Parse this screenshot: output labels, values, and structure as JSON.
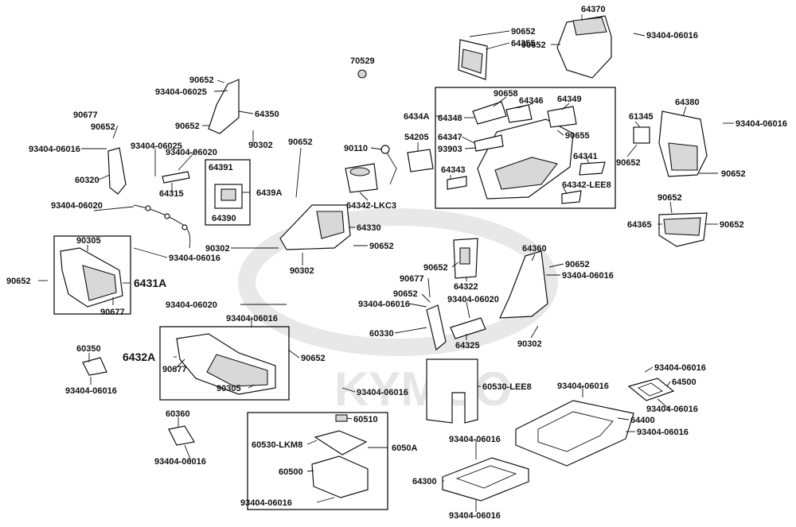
{
  "watermark": "KYMCO",
  "labels": [
    {
      "id": "l1",
      "text": "90652"
    },
    {
      "id": "l2",
      "text": "64355"
    },
    {
      "id": "l3",
      "text": "64370"
    },
    {
      "id": "l4",
      "text": "90652"
    },
    {
      "id": "l5",
      "text": "93404-06016"
    },
    {
      "id": "l6",
      "text": "70529"
    },
    {
      "id": "l7",
      "text": "90652"
    },
    {
      "id": "l8",
      "text": "93404-06025"
    },
    {
      "id": "l9",
      "text": "64350"
    },
    {
      "id": "l10",
      "text": "90677"
    },
    {
      "id": "l11",
      "text": "90652"
    },
    {
      "id": "l12",
      "text": "90652"
    },
    {
      "id": "l13",
      "text": "90302"
    },
    {
      "id": "l14",
      "text": "93404-06016"
    },
    {
      "id": "l15",
      "text": "93404-06025"
    },
    {
      "id": "l16",
      "text": "93404-06020"
    },
    {
      "id": "l17",
      "text": "60320"
    },
    {
      "id": "l18",
      "text": "64315"
    },
    {
      "id": "l19",
      "text": "64391"
    },
    {
      "id": "l20",
      "text": "6439A"
    },
    {
      "id": "l21",
      "text": "64390"
    },
    {
      "id": "l22",
      "text": "93404-06020"
    },
    {
      "id": "l23",
      "text": "90652"
    },
    {
      "id": "l24",
      "text": "90110"
    },
    {
      "id": "l25",
      "text": "54205"
    },
    {
      "id": "l26",
      "text": "64342-LKC3"
    },
    {
      "id": "l27",
      "text": "6434A"
    },
    {
      "id": "l28",
      "text": "64348"
    },
    {
      "id": "l29",
      "text": "90658"
    },
    {
      "id": "l30",
      "text": "64346"
    },
    {
      "id": "l31",
      "text": "64349"
    },
    {
      "id": "l32",
      "text": "90655"
    },
    {
      "id": "l33",
      "text": "64347"
    },
    {
      "id": "l34",
      "text": "93903"
    },
    {
      "id": "l35",
      "text": "64341"
    },
    {
      "id": "l36",
      "text": "64343"
    },
    {
      "id": "l37",
      "text": "64342-LEE8"
    },
    {
      "id": "l38",
      "text": "61345"
    },
    {
      "id": "l39",
      "text": "90652"
    },
    {
      "id": "l40",
      "text": "64380"
    },
    {
      "id": "l41",
      "text": "93404-06016"
    },
    {
      "id": "l42",
      "text": "90652"
    },
    {
      "id": "l43",
      "text": "90652"
    },
    {
      "id": "l44",
      "text": "64365"
    },
    {
      "id": "l45",
      "text": "90652"
    },
    {
      "id": "l46",
      "text": "90305"
    },
    {
      "id": "l47",
      "text": "90302"
    },
    {
      "id": "l48",
      "text": "93404-06016"
    },
    {
      "id": "l49",
      "text": "64330"
    },
    {
      "id": "l50",
      "text": "90652"
    },
    {
      "id": "l51",
      "text": "90652"
    },
    {
      "id": "l52",
      "text": "6431A"
    },
    {
      "id": "l53",
      "text": "90677"
    },
    {
      "id": "l54",
      "text": "90302"
    },
    {
      "id": "l55",
      "text": "90677"
    },
    {
      "id": "l56",
      "text": "90652"
    },
    {
      "id": "l57",
      "text": "64322"
    },
    {
      "id": "l58",
      "text": "64360"
    },
    {
      "id": "l59",
      "text": "90652"
    },
    {
      "id": "l60",
      "text": "93404-06016"
    },
    {
      "id": "l61",
      "text": "90652"
    },
    {
      "id": "l62",
      "text": "93404-06016"
    },
    {
      "id": "l63",
      "text": "93404-06020"
    },
    {
      "id": "l64",
      "text": "93404-06020"
    },
    {
      "id": "l65",
      "text": "93404-06016"
    },
    {
      "id": "l66",
      "text": "60330"
    },
    {
      "id": "l67",
      "text": "64325"
    },
    {
      "id": "l68",
      "text": "90302"
    },
    {
      "id": "l69",
      "text": "60350"
    },
    {
      "id": "l70",
      "text": "6432A"
    },
    {
      "id": "l71",
      "text": "90652"
    },
    {
      "id": "l72",
      "text": "90677"
    },
    {
      "id": "l73",
      "text": "90305"
    },
    {
      "id": "l74",
      "text": "93404-06016"
    },
    {
      "id": "l75",
      "text": "93404-06016"
    },
    {
      "id": "l76",
      "text": "60530-LEE8"
    },
    {
      "id": "l77",
      "text": "93404-06016"
    },
    {
      "id": "l78",
      "text": "93404-06016"
    },
    {
      "id": "l79",
      "text": "64500"
    },
    {
      "id": "l80",
      "text": "93404-06016"
    },
    {
      "id": "l81",
      "text": "64400"
    },
    {
      "id": "l82",
      "text": "93404-06016"
    },
    {
      "id": "l83",
      "text": "60360"
    },
    {
      "id": "l84",
      "text": "60510"
    },
    {
      "id": "l85",
      "text": "60530-LKM8"
    },
    {
      "id": "l86",
      "text": "6050A"
    },
    {
      "id": "l87",
      "text": "93404-06016"
    },
    {
      "id": "l88",
      "text": "60500"
    },
    {
      "id": "l89",
      "text": "93404-06016"
    },
    {
      "id": "l90",
      "text": "64300"
    },
    {
      "id": "l91",
      "text": "93404-06016"
    },
    {
      "id": "l92",
      "text": "93404-06016"
    }
  ]
}
